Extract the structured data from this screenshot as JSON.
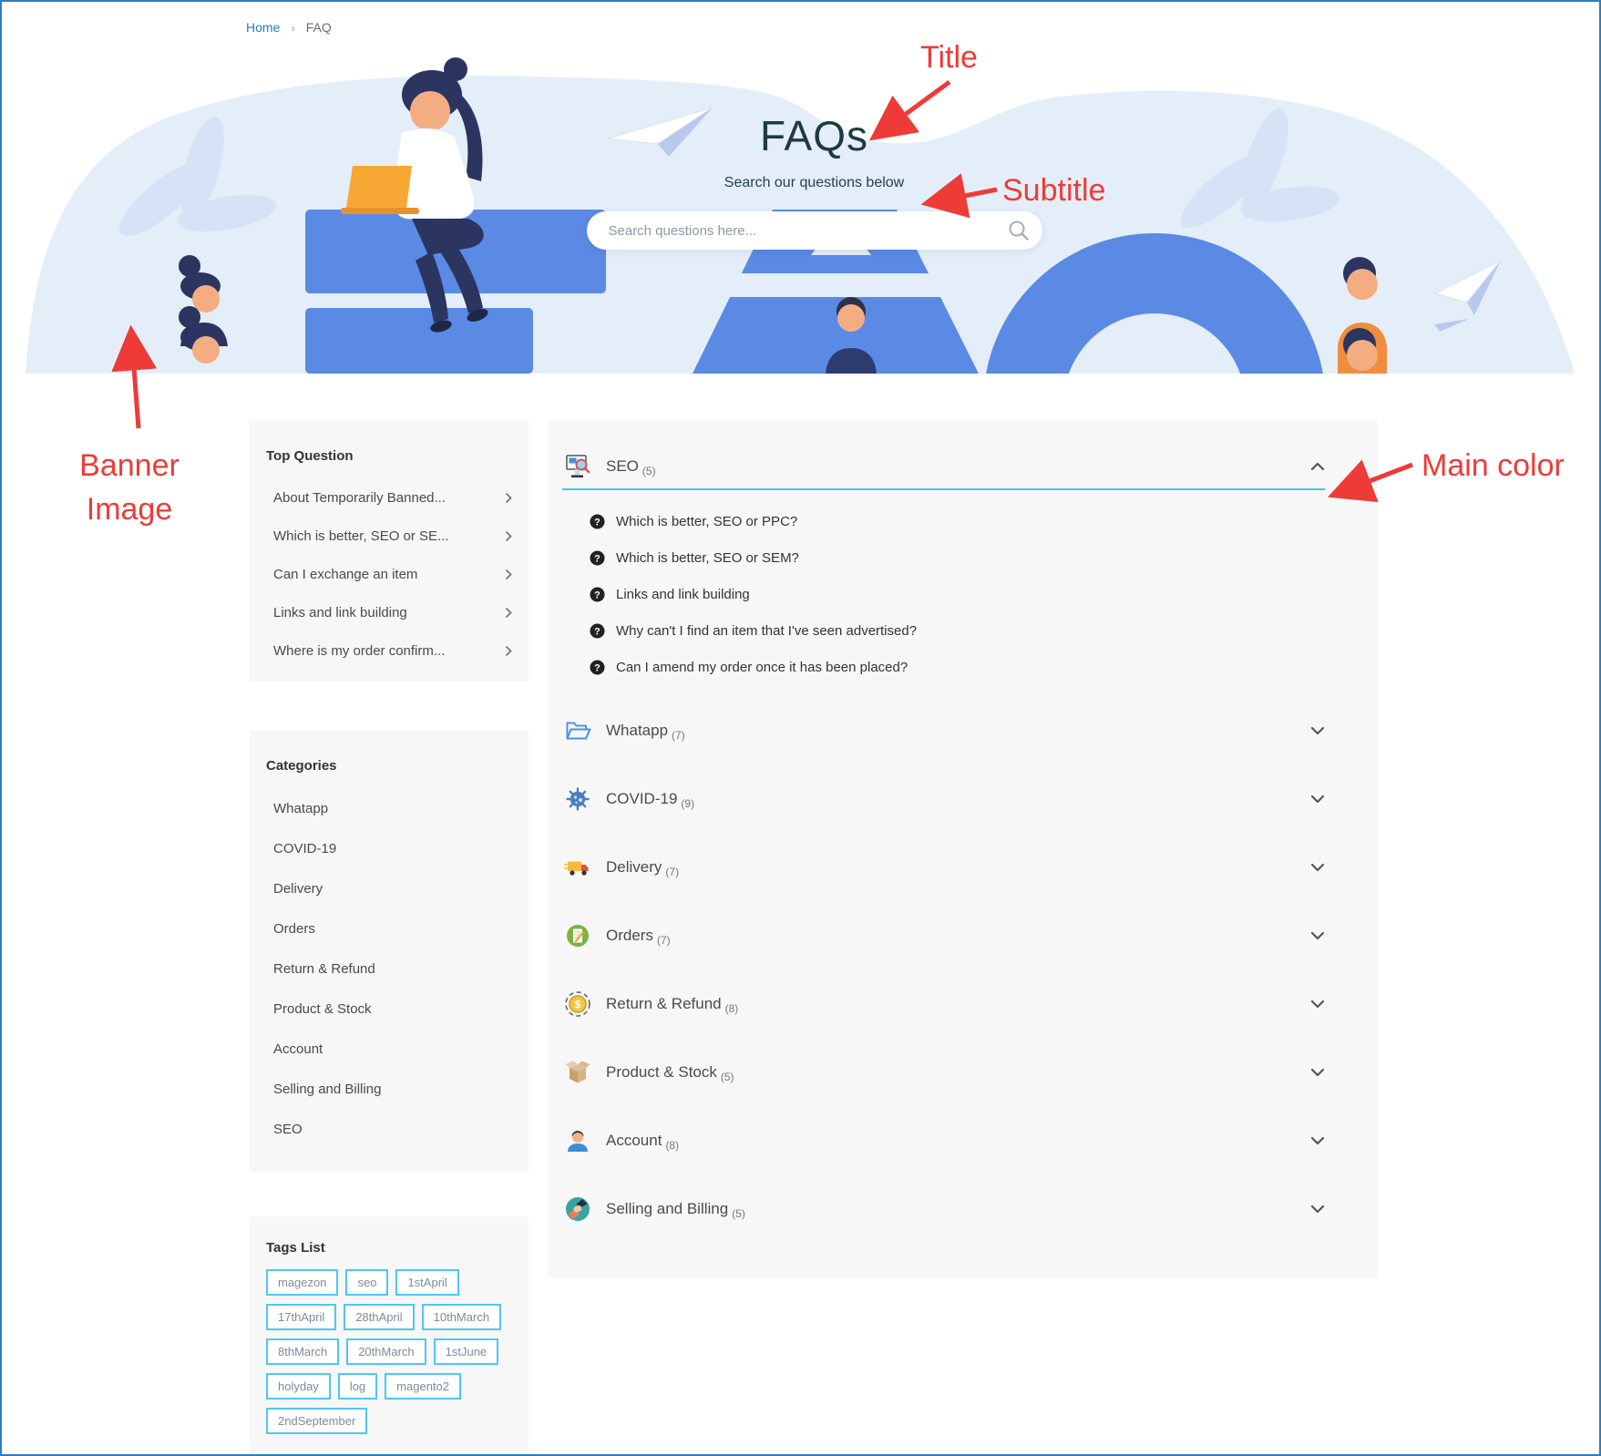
{
  "breadcrumb": {
    "home": "Home",
    "separator": "›",
    "current": "FAQ"
  },
  "banner": {
    "title": "FAQs",
    "subtitle": "Search our questions below",
    "search_placeholder": "Search questions here..."
  },
  "annotations": {
    "title_label": "Title",
    "subtitle_label": "Subtitle",
    "banner_label": "Banner Image",
    "main_color_label": "Main color",
    "arrow_color": "#ee3b37",
    "main_color_value": "#4ac3f2"
  },
  "sidebar": {
    "top_question": {
      "title": "Top Question",
      "items": [
        "About Temporarily Banned...",
        "Which is better, SEO or SE...",
        "Can I exchange an item",
        "Links and link building",
        "Where is my order confirm..."
      ]
    },
    "categories": {
      "title": "Categories",
      "items": [
        "Whatapp",
        "COVID-19",
        "Delivery",
        "Orders",
        "Return & Refund",
        "Product & Stock",
        "Account",
        "Selling and Billing",
        "SEO"
      ]
    },
    "tags": {
      "title": "Tags List",
      "items": [
        "magezon",
        "seo",
        "1stApril",
        "17thApril",
        "28thApril",
        "10thMarch",
        "8thMarch",
        "20thMarch",
        "1stJune",
        "holyday",
        "log",
        "magento2",
        "2ndSeptember"
      ]
    }
  },
  "accordion": {
    "sections": [
      {
        "label": "SEO",
        "count_display": "(5)",
        "expanded": true,
        "questions": [
          "Which is better, SEO or PPC?",
          "Which is better, SEO or SEM?",
          "Links and link building",
          "Why can't I find an item that I've seen advertised?",
          "Can I amend my order once it has been placed?"
        ]
      },
      {
        "label": "Whatapp",
        "count_display": "(7)",
        "expanded": false
      },
      {
        "label": "COVID-19",
        "count_display": "(9)",
        "expanded": false
      },
      {
        "label": "Delivery",
        "count_display": "(7)",
        "expanded": false
      },
      {
        "label": "Orders",
        "count_display": "(7)",
        "expanded": false
      },
      {
        "label": "Return & Refund",
        "count_display": "(8)",
        "expanded": false
      },
      {
        "label": "Product & Stock",
        "count_display": "(5)",
        "expanded": false
      },
      {
        "label": "Account",
        "count_display": "(8)",
        "expanded": false
      },
      {
        "label": "Selling and Billing",
        "count_display": "(5)",
        "expanded": false
      }
    ]
  },
  "icons": {
    "question_glyph": "?",
    "dollar_glyph": "$"
  }
}
